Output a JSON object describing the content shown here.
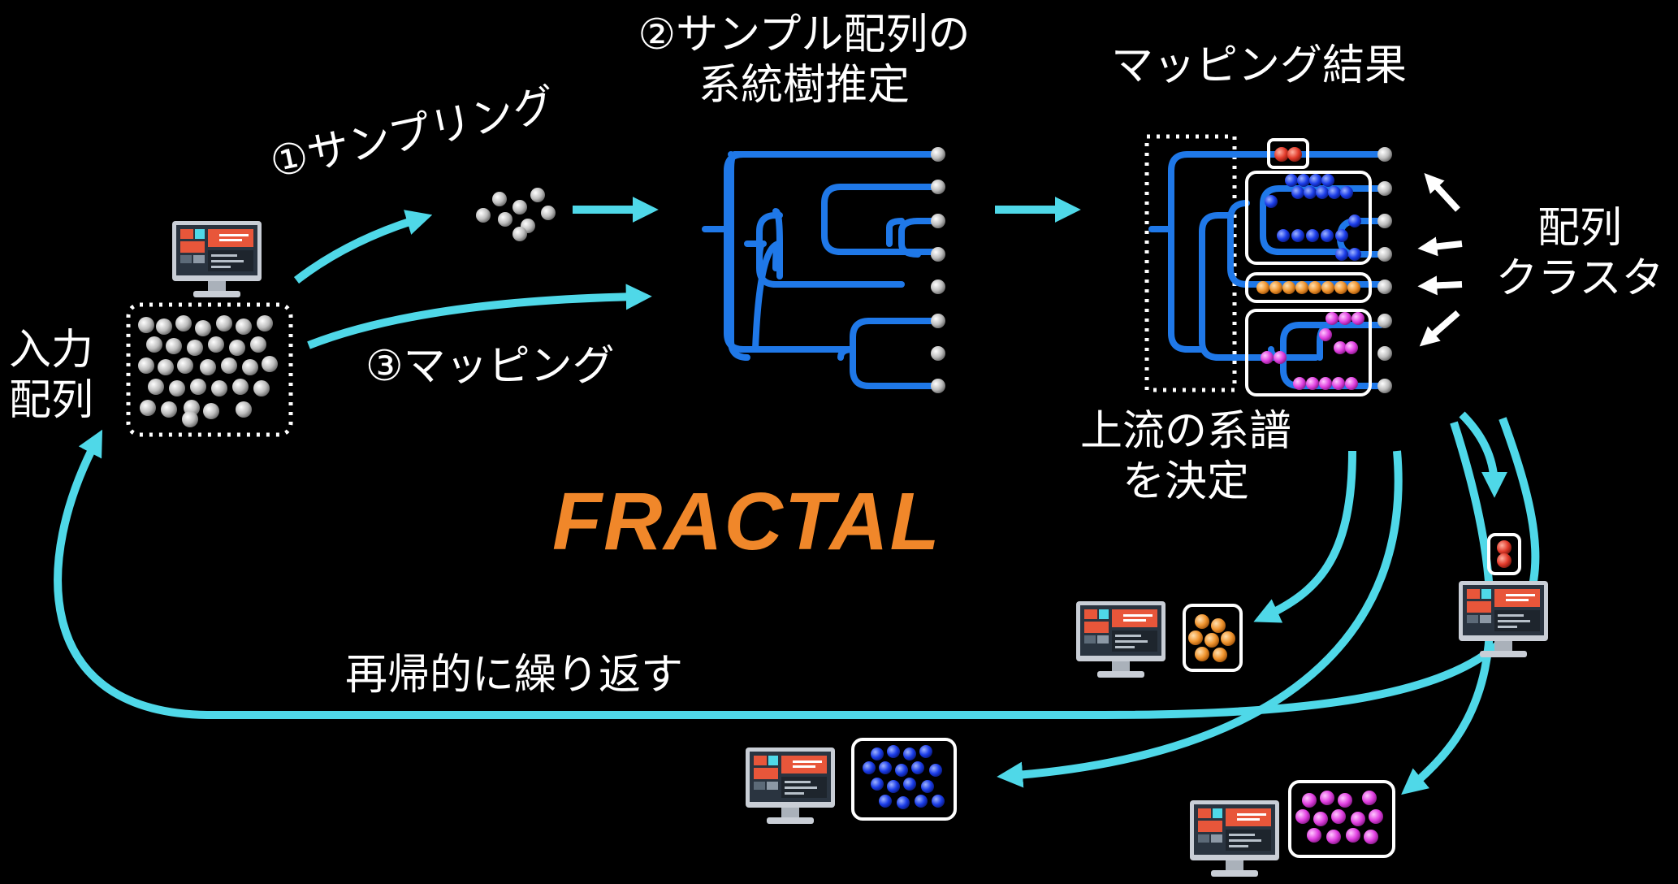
{
  "title": "FRACTAL",
  "labels": {
    "input_line1": "入力",
    "input_line2": "配列",
    "step1": "①サンプリング",
    "step2_line1": "②サンプル配列の",
    "step2_line2": "系統樹推定",
    "step3": "③マッピング",
    "mapping_result": "マッピング結果",
    "clusters_line1": "配列",
    "clusters_line2": "クラスタ",
    "upstream_line1": "上流の系譜",
    "upstream_line2": "を決定",
    "recurse": "再帰的に繰り返す"
  },
  "colors": {
    "arrow": "#4fd8e8",
    "tree": "#1f78e8",
    "title": "#f0872a",
    "cluster_red": "#e23a2a",
    "cluster_blue": "#1a3ce8",
    "cluster_orange": "#f0942e",
    "cluster_magenta": "#e040e0",
    "seq_gray": "#cfcfcf"
  },
  "icons": [
    "computer-icon"
  ]
}
